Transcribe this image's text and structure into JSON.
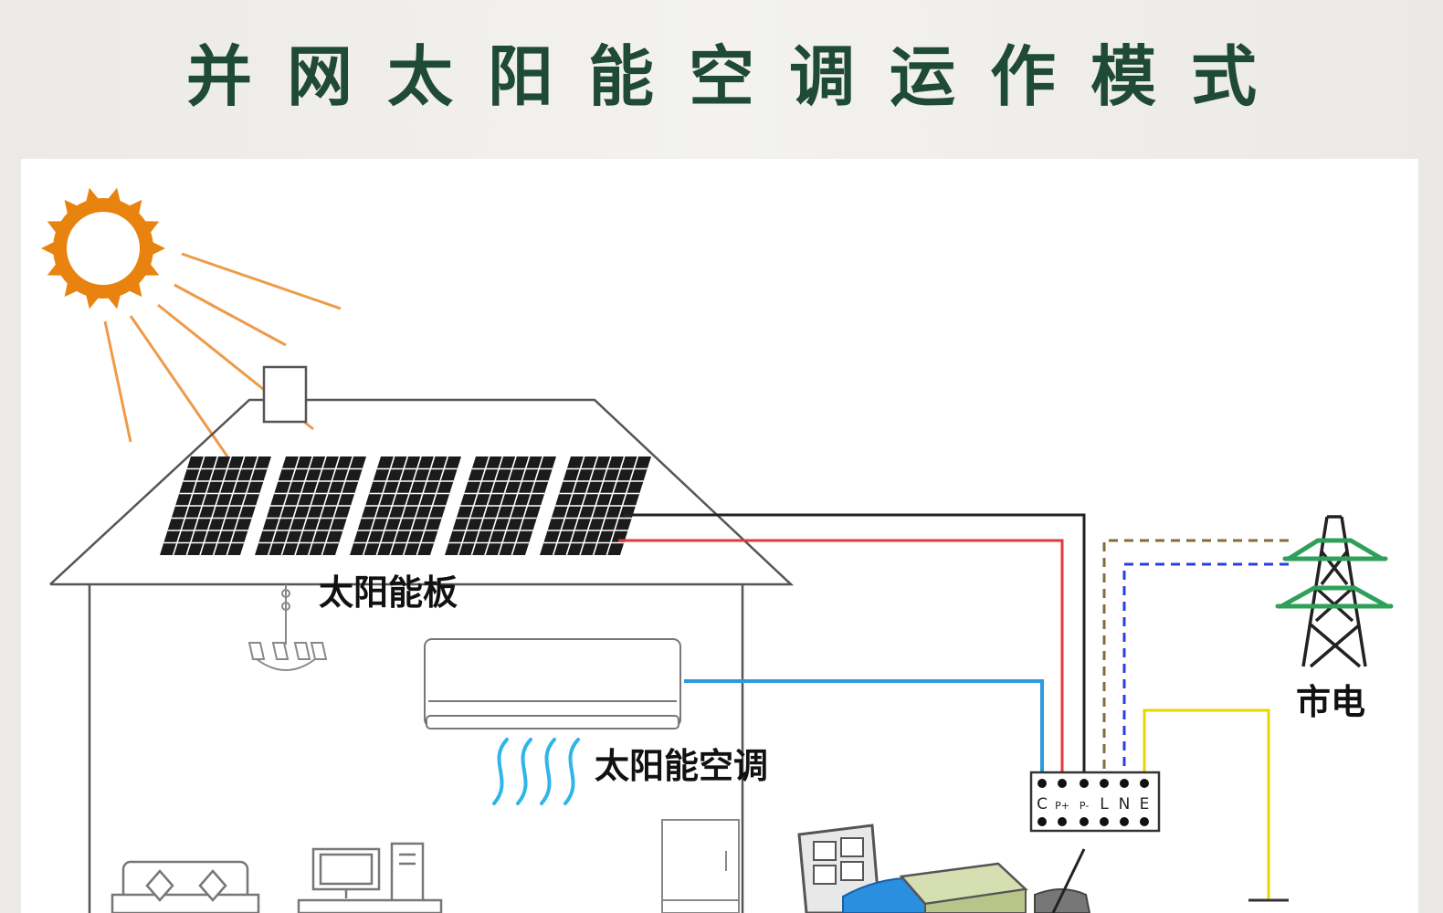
{
  "title": "并网太阳能空调运作模式",
  "labels": {
    "solar_panel": "太阳能板",
    "solar_ac": "太阳能空调",
    "grid": "市电"
  },
  "terminal_block": {
    "terminals": [
      "C",
      "P+",
      "P-",
      "L",
      "N",
      "E"
    ]
  },
  "colors": {
    "title": "#1f4a36",
    "sun": "#e8830f",
    "sun_rays": "#ef9a4a",
    "pv_positive_wire": "#e23a3a",
    "pv_negative_wire": "#222222",
    "comm_wire": "#2b9be0",
    "live_wire": "#8a6a3c",
    "neutral_wire": "#2b3fe0",
    "earth_wire": "#e8d600",
    "tower": "#2fa05a",
    "airflow": "#2fb5e8"
  }
}
